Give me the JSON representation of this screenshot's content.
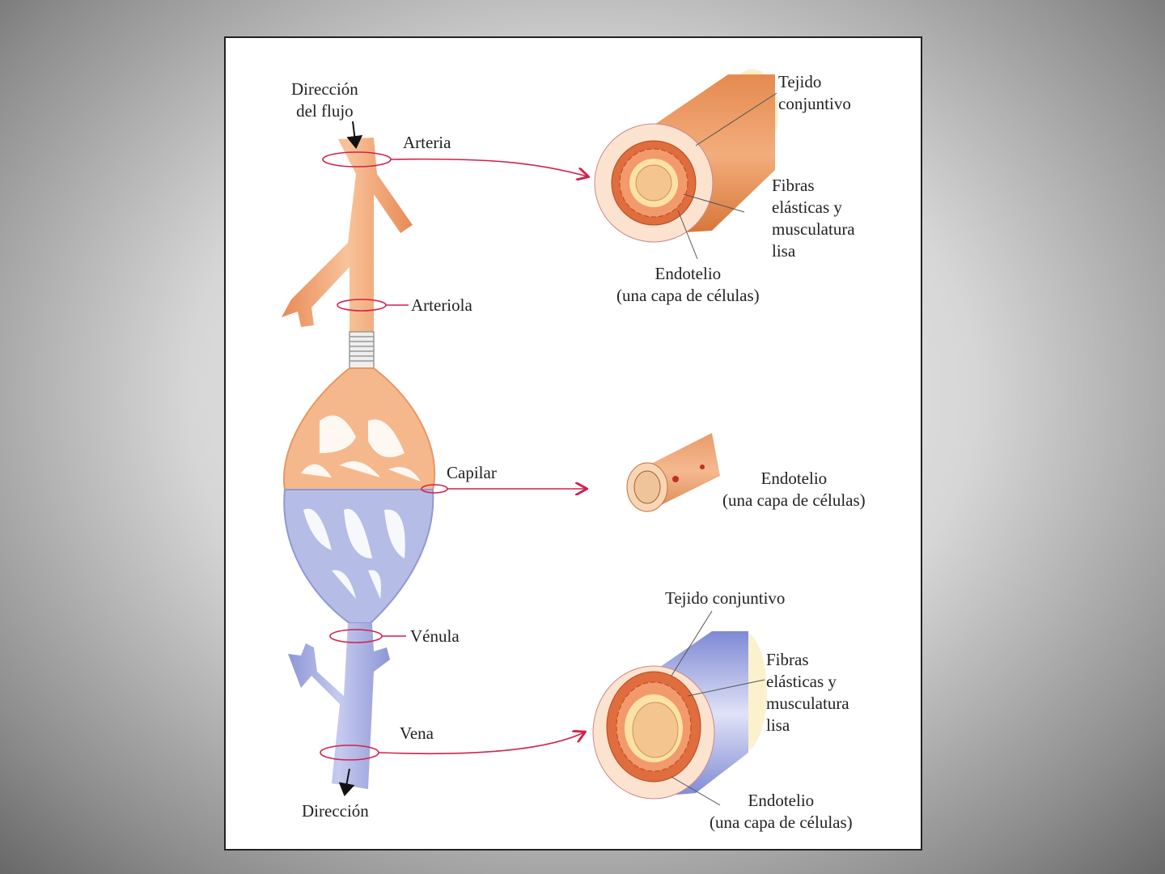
{
  "flow_top": {
    "line1": "Dirección",
    "line2": "del flujo"
  },
  "flow_bottom": "Dirección",
  "vessels": {
    "arteria": "Arteria",
    "arteriola": "Arteriola",
    "capilar": "Capilar",
    "venula": "Vénula",
    "vena": "Vena"
  },
  "artery_section": {
    "tejido": [
      "Tejido",
      "conjuntivo"
    ],
    "fibras": [
      "Fibras",
      "elásticas y",
      "musculatura",
      "lisa"
    ],
    "endotelio": [
      "Endotelio",
      "(una capa de células)"
    ]
  },
  "capillary_section": {
    "endotelio": [
      "Endotelio",
      "(una capa de células)"
    ]
  },
  "vein_section": {
    "tejido": "Tejido conjuntivo",
    "fibras": [
      "Fibras",
      "elásticas y",
      "musculatura",
      "lisa"
    ],
    "endotelio": [
      "Endotelio",
      "(una capa de células)"
    ]
  },
  "colors": {
    "artery": "#f2a673",
    "vein": "#a9b2e2",
    "pointer": "#d4204a"
  }
}
